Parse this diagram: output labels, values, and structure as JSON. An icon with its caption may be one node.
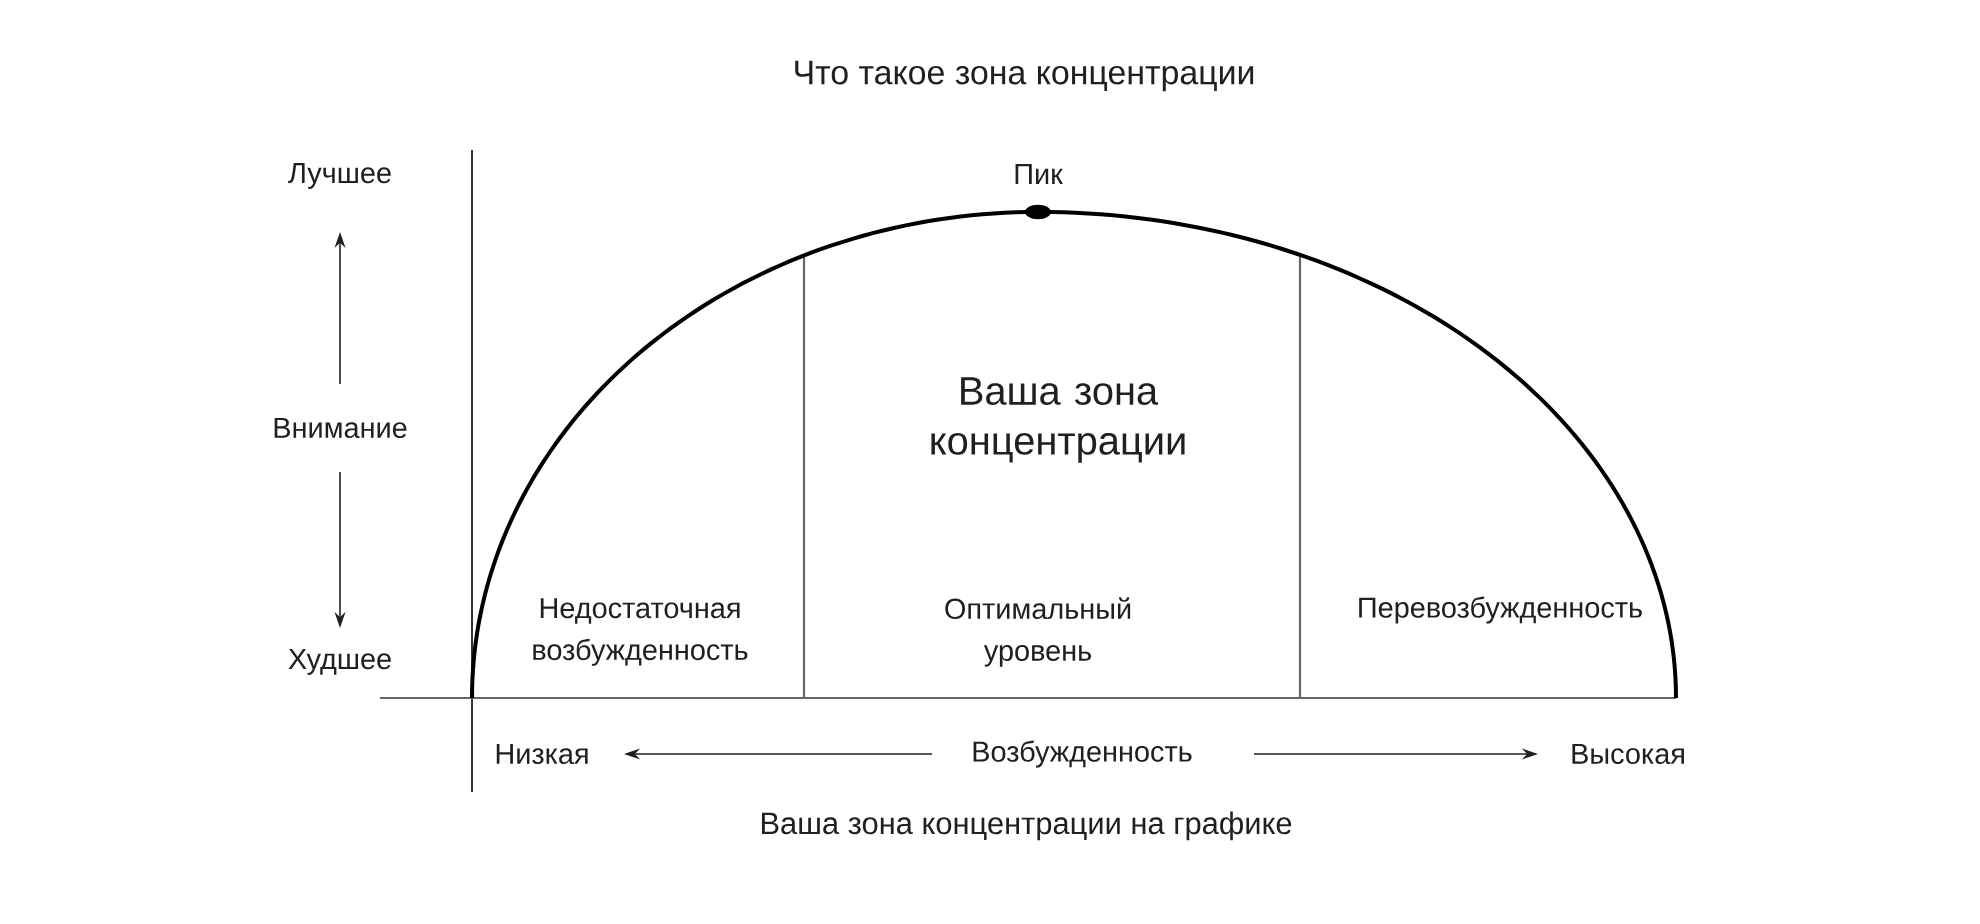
{
  "diagram": {
    "title": "Что такое зона концентрации",
    "caption": "Ваша зона концентрации на графике",
    "labels": [
      "Лучшее",
      "Пик",
      "Внимание",
      "Ваша зона концентрации",
      "Худшее",
      "Недостаточная возбужденность",
      "Оптимальный уровень",
      "Перевозбужденность",
      "Низкая",
      "Возбужденность",
      "Высокая"
    ]
  }
}
